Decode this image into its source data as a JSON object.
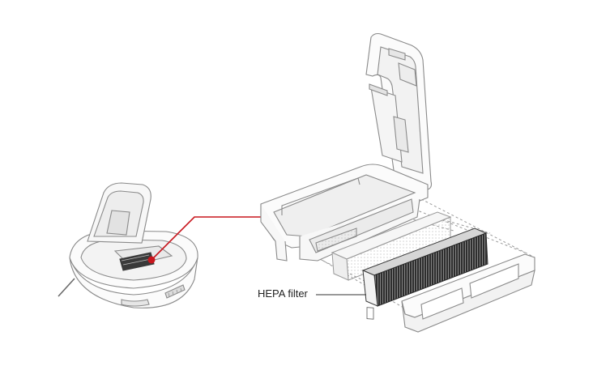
{
  "callout": {
    "label": "HEPA filter"
  },
  "colors": {
    "highlight_line": "#c8161d",
    "outline": "#8a8a8a",
    "filter_body": "#3a3a3a",
    "dashed_guide": "#9a9a9a"
  },
  "parts": {
    "robot": "robot-vacuum",
    "dust_bin": "dust-bin-with-open-lid",
    "mesh": "pre-filter-mesh",
    "hepa": "hepa-filter-cartridge",
    "cover": "filter-cover-frame"
  }
}
